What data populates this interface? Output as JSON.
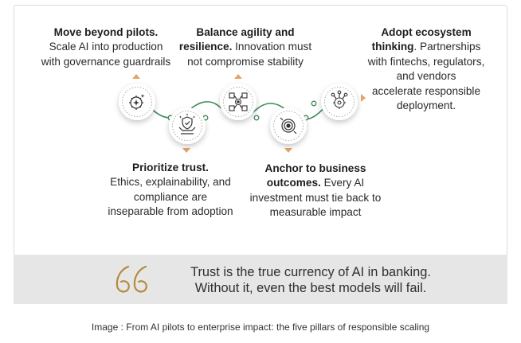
{
  "pillars": [
    {
      "title": "Move beyond pilots.",
      "title_extra": "",
      "body": [
        "Scale AI into production",
        "with governance guardrails"
      ],
      "icon": "sparkle-gear-icon"
    },
    {
      "title": "Prioritize trust.",
      "title_extra": "",
      "body": [
        "Ethics, explainability, and",
        "compliance are",
        "inseparable from adoption"
      ],
      "icon": "shield-hand-icon"
    },
    {
      "title": "Balance agility and",
      "title_extra": "resilience.",
      "body": [
        "Innovation must",
        "not compromise stability"
      ],
      "icon": "process-cycle-icon"
    },
    {
      "title": "Anchor to business",
      "title_extra": "outcomes.",
      "body": [
        "Every AI",
        "investment must tie back to",
        "measurable impact"
      ],
      "icon": "target-icon"
    },
    {
      "title": "Adopt ecosystem",
      "title_extra": "thinking",
      "body": [
        ". Partnerships",
        "with fintechs, regulators,",
        "and vendors",
        "accelerate responsible",
        "deployment."
      ],
      "icon": "network-gear-icon"
    }
  ],
  "quote": {
    "line1": "Trust is the true currency of AI in banking.",
    "line2": "Without it, even the best models will fail."
  },
  "caption": "Image : From AI pilots to enterprise impact: the five pillars of responsible scaling",
  "colors": {
    "connector": "#3e8a57",
    "accent": "#e3a468",
    "quote_mark": "#b48a3c",
    "band": "#e6e6e6"
  }
}
